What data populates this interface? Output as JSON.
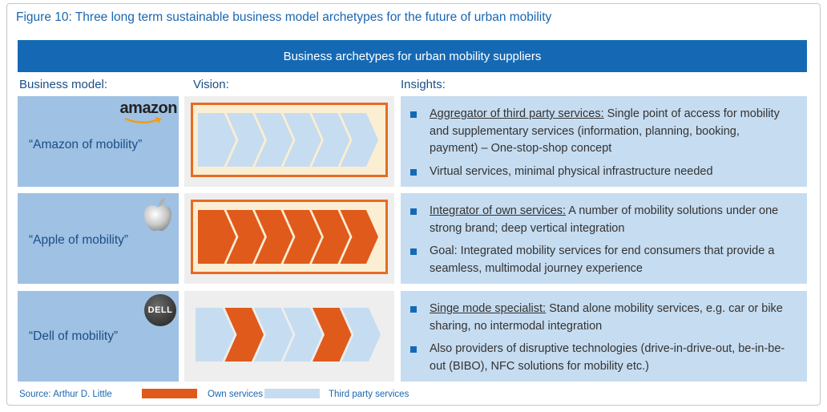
{
  "figure_title": "Figure 10: Three long term sustainable business model archetypes for the future of urban mobility",
  "banner": "Business archetypes for urban mobility suppliers",
  "headers": {
    "model": "Business model:",
    "vision": "Vision:",
    "insights": "Insights:"
  },
  "colors": {
    "own": "#e05a1c",
    "third": "#c6dcf0",
    "accent": "#1569b4"
  },
  "rows": [
    {
      "model": "“Amazon of mobility”",
      "logo": "amazon",
      "logo_text": "amazon",
      "framed": true,
      "chevrons": [
        "third",
        "third",
        "third",
        "third",
        "third",
        "third"
      ],
      "insights": [
        {
          "lead": "Aggregator of third party services:",
          "text": " Single point of access for mobility and supplementary services (information, planning, booking, payment) – One-stop-shop concept"
        },
        {
          "lead": "",
          "text": "Virtual services, minimal physical infrastructure needed"
        }
      ]
    },
    {
      "model": "“Apple of mobility”",
      "logo": "apple-icon",
      "framed": true,
      "chevrons": [
        "own",
        "own",
        "own",
        "own",
        "own",
        "own"
      ],
      "insights": [
        {
          "lead": "Integrator of own services:",
          "text": " A number of mobility solutions under one strong brand; deep vertical integration"
        },
        {
          "lead": "",
          "text": "Goal: Integrated mobility services for end consumers that provide a seamless, multimodal journey experience"
        }
      ]
    },
    {
      "model": "“Dell of mobility”",
      "logo": "dell-icon",
      "logo_text": "DELL",
      "framed": false,
      "chevrons": [
        "third",
        "own",
        "third",
        "third",
        "own",
        "third"
      ],
      "insights": [
        {
          "lead": "Singe mode specialist:",
          "text": " Stand alone mobility services, e.g. car or bike sharing, no intermodal integration"
        },
        {
          "lead": "",
          "text": "Also providers of disruptive technologies (drive-in-drive-out, be-in-be-out (BIBO), NFC solutions for mobility etc.)"
        }
      ]
    }
  ],
  "footer": {
    "source": "Source: Arthur D. Little",
    "own_label": "Own services",
    "third_label": "Third party services"
  }
}
